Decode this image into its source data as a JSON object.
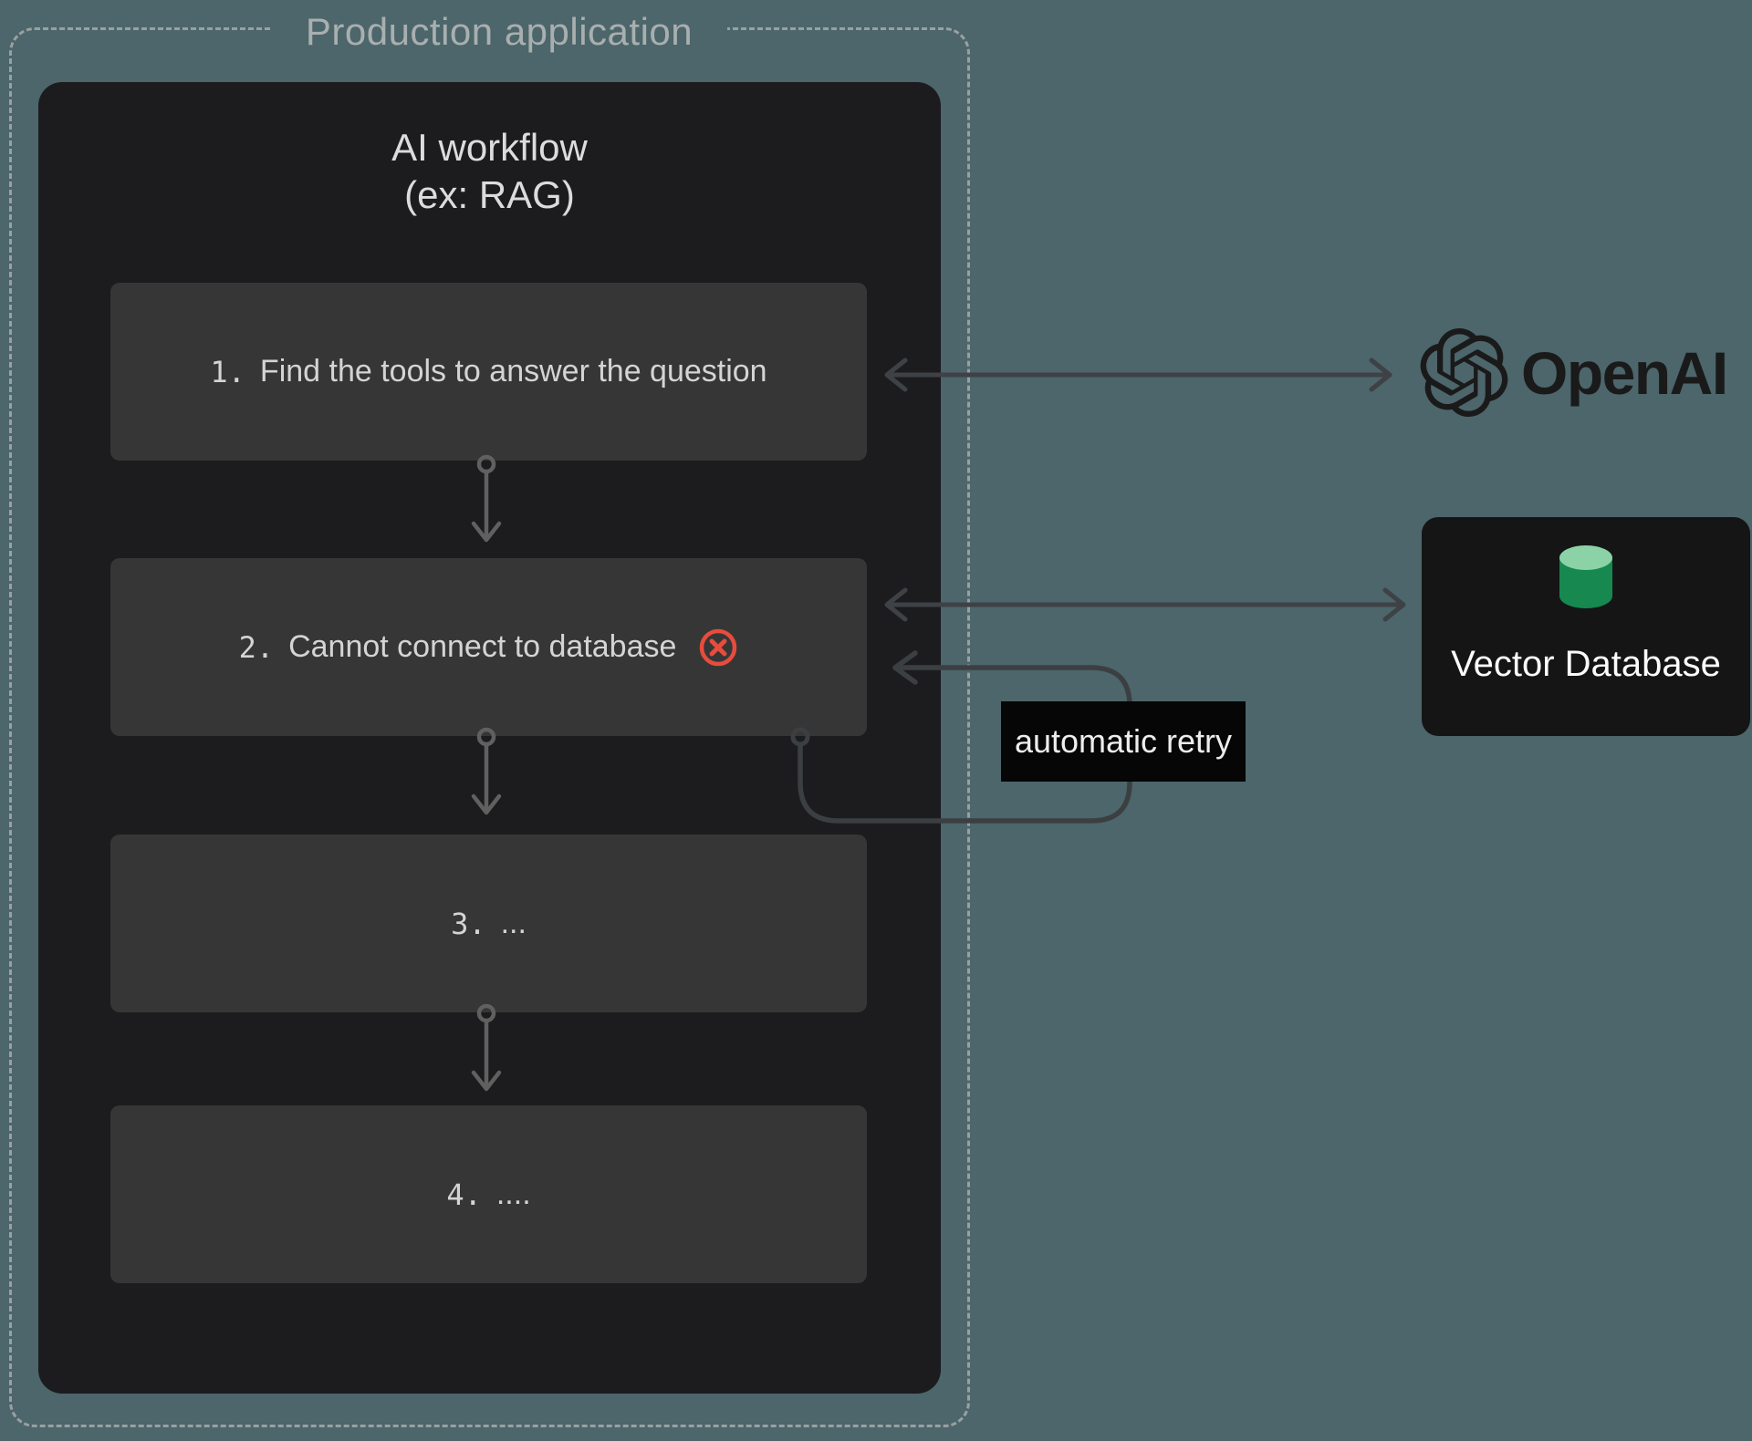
{
  "production_container": {
    "label": "Production application"
  },
  "workflow": {
    "title_line1": "AI workflow",
    "title_line2": "(ex: RAG)",
    "steps": [
      {
        "number": "1.",
        "label": "Find the tools to answer the question"
      },
      {
        "number": "2.",
        "label": "Cannot connect to database",
        "status_icon": "error-cross"
      },
      {
        "number": "3.",
        "label": "..."
      },
      {
        "number": "4.",
        "label": "...."
      }
    ]
  },
  "connections": {
    "retry_label": "automatic retry",
    "step1_openai": "bidirectional-arrow",
    "step2_vector_db": "bidirectional-arrow",
    "retry_loop": "step2-bottom-to-step2-right"
  },
  "services": {
    "openai": {
      "name": "OpenAI"
    },
    "vector_database": {
      "label": "Vector Database"
    }
  },
  "colors": {
    "background": "#4c666b",
    "panel_dark": "#1c1c1e",
    "step_box": "#363636",
    "dashed_border": "#99a0a1",
    "error_red": "#e74c3c",
    "db_green_top": "#8bd3a6",
    "db_green_body": "#17884f",
    "connector_gray": "#3e4145",
    "inner_arrow_gray": "#606060",
    "retry_label_bg": "#060606"
  }
}
